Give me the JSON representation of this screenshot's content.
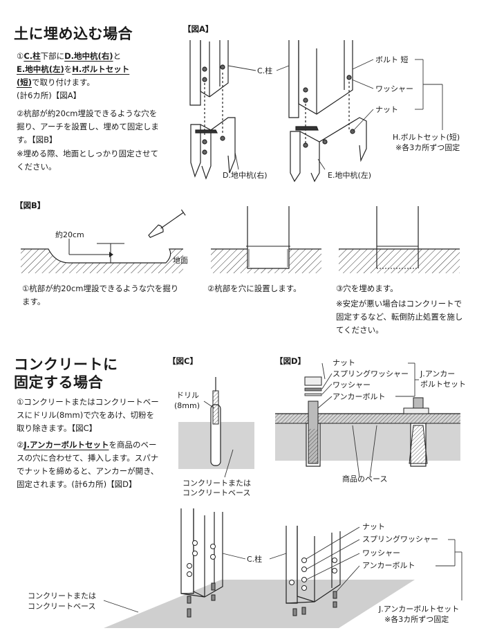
{
  "section1": {
    "title": "土に埋め込む場合",
    "step1": {
      "num": "①",
      "part_c": "C.柱",
      "t1": "下部に",
      "part_d": "D.地中杭(右)",
      "t2": "と",
      "part_e": "E.地中杭(左)",
      "t3": "を",
      "part_h": "H.ボルトセット",
      "part_h2": "(短)",
      "t4": "で取り付けます。",
      "t5": "(計6カ所)【図A】"
    },
    "step2": "②杭部が約20cm埋設できるような穴を掘り、アーチを設置し、埋めて固定します。【図B】",
    "note": "※埋める際、地面としっかり固定させてください。"
  },
  "figA": {
    "title": "【図A】",
    "label_c": "C.柱",
    "label_d": "D.地中杭(右)",
    "label_e": "E.地中杭(左)",
    "label_bolt": "ボルト 短",
    "label_washer": "ワッシャー",
    "label_nut": "ナット",
    "label_set": "H.ボルトセット(短)",
    "label_set_note": "※各3カ所ずつ固定"
  },
  "figB": {
    "title": "【図B】",
    "label_depth": "約20cm",
    "label_ground": "地面",
    "cap1": "①杭部が約20cm埋設できるような穴を掘ります。",
    "cap2": "②杭部を穴に設置します。",
    "cap3": "③穴を埋めます。",
    "cap3_note": "※安定が悪い場合はコンクリートで固定するなど、転倒防止処置を施してください。"
  },
  "section2": {
    "title_l1": "コンクリートに",
    "title_l2": "固定する場合",
    "step1": "①コンクリートまたはコンクリートベースにドリル(8mm)で穴をあけ、切粉を取り除きます。【図C】",
    "step2_num": "②",
    "step2_part": "J.アンカーボルトセット",
    "step2_rest": "を商品のベースの穴に合わせて、挿入します。スパナでナットを締めると、アンカーが開き、固定されます。(計6カ所)【図D】"
  },
  "figC": {
    "title": "【図C】",
    "label_drill": "ドリル",
    "label_drill2": "(8mm)",
    "label_concrete": "コンクリートまたは",
    "label_concrete2": "コンクリートベース"
  },
  "figD": {
    "title": "【図D】",
    "label_nut": "ナット",
    "label_spring": "スプリングワッシャー",
    "label_washer": "ワッシャー",
    "label_anchor": "アンカーボルト",
    "label_set": "J.アンカー",
    "label_set2": "ボルトセット",
    "label_base": "商品のベース"
  },
  "figBottom": {
    "label_c": "C.柱",
    "label_concrete": "コンクリートまたは",
    "label_concrete2": "コンクリートベース",
    "label_nut": "ナット",
    "label_spring": "スプリングワッシャー",
    "label_washer": "ワッシャー",
    "label_anchor": "アンカーボルト",
    "label_set": "J.アンカーボルトセット",
    "label_set_note": "※各3カ所ずつ固定"
  }
}
